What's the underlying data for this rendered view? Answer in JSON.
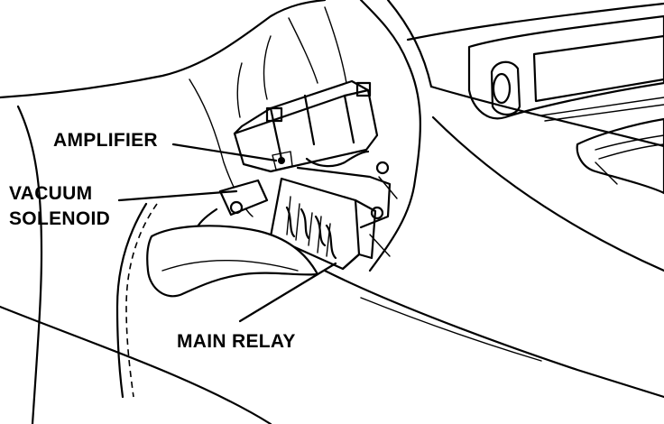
{
  "labels": {
    "amplifier": "AMPLIFIER",
    "vacuum_solenoid_line1": "VACUUM",
    "vacuum_solenoid_line2": "SOLENOID",
    "main_relay": "MAIN RELAY"
  }
}
